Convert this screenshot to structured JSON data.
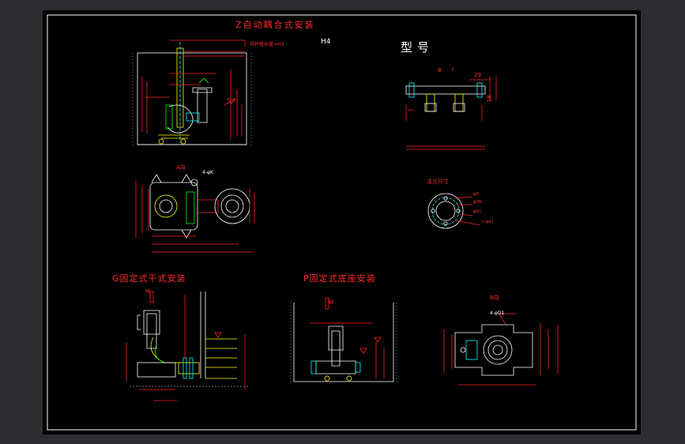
{
  "titles": {
    "z_install": "Z自动耦合式安装",
    "model": "型号",
    "g_install": "G固定式干式安装",
    "p_install": "P固定式底座安装"
  },
  "views": {
    "a_view": "A向",
    "b_view": "B向",
    "flange_size": "法兰尺寸"
  },
  "labels": {
    "h4": "H4",
    "pipe_note": "导杆管长度=H3",
    "four_phi_k": "4-φK",
    "four_phi_d1": "4-φD1",
    "m_arrow": "M",
    "m_arrow2": "M",
    "b_letter": "B",
    "q_letter": "?",
    "dim_29": "29",
    "dim_18": "18",
    "phi_d": "φD",
    "phi_dn": "φDN",
    "phi_d1": "φD1",
    "n_phi_d1": "n-φd1"
  },
  "colors": {
    "sheet_border": "#ffffff",
    "line_red": "#ff2020",
    "line_yellow": "#ffff00",
    "line_cyan": "#00ffff",
    "line_green": "#00ff00",
    "line_white": "#ffffff",
    "ground_gray": "#9a9a9a"
  }
}
